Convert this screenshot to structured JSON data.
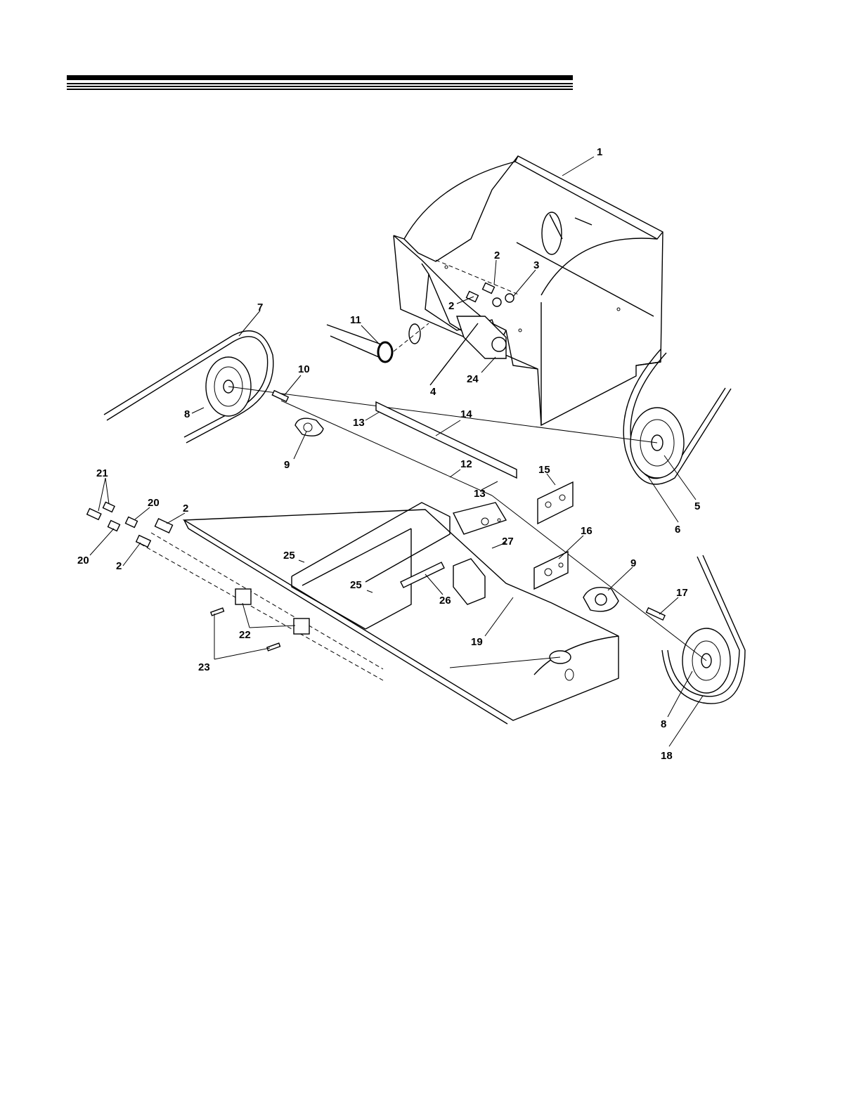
{
  "diagram": {
    "type": "exploded-parts-view",
    "callouts": [
      "1",
      "2",
      "3",
      "2",
      "11",
      "24",
      "4",
      "7",
      "10",
      "8",
      "13",
      "14",
      "9",
      "12",
      "15",
      "13",
      "5",
      "6",
      "21",
      "20",
      "2",
      "20",
      "2",
      "16",
      "9",
      "27",
      "25",
      "25",
      "26",
      "17",
      "22",
      "19",
      "23",
      "8",
      "18"
    ]
  }
}
